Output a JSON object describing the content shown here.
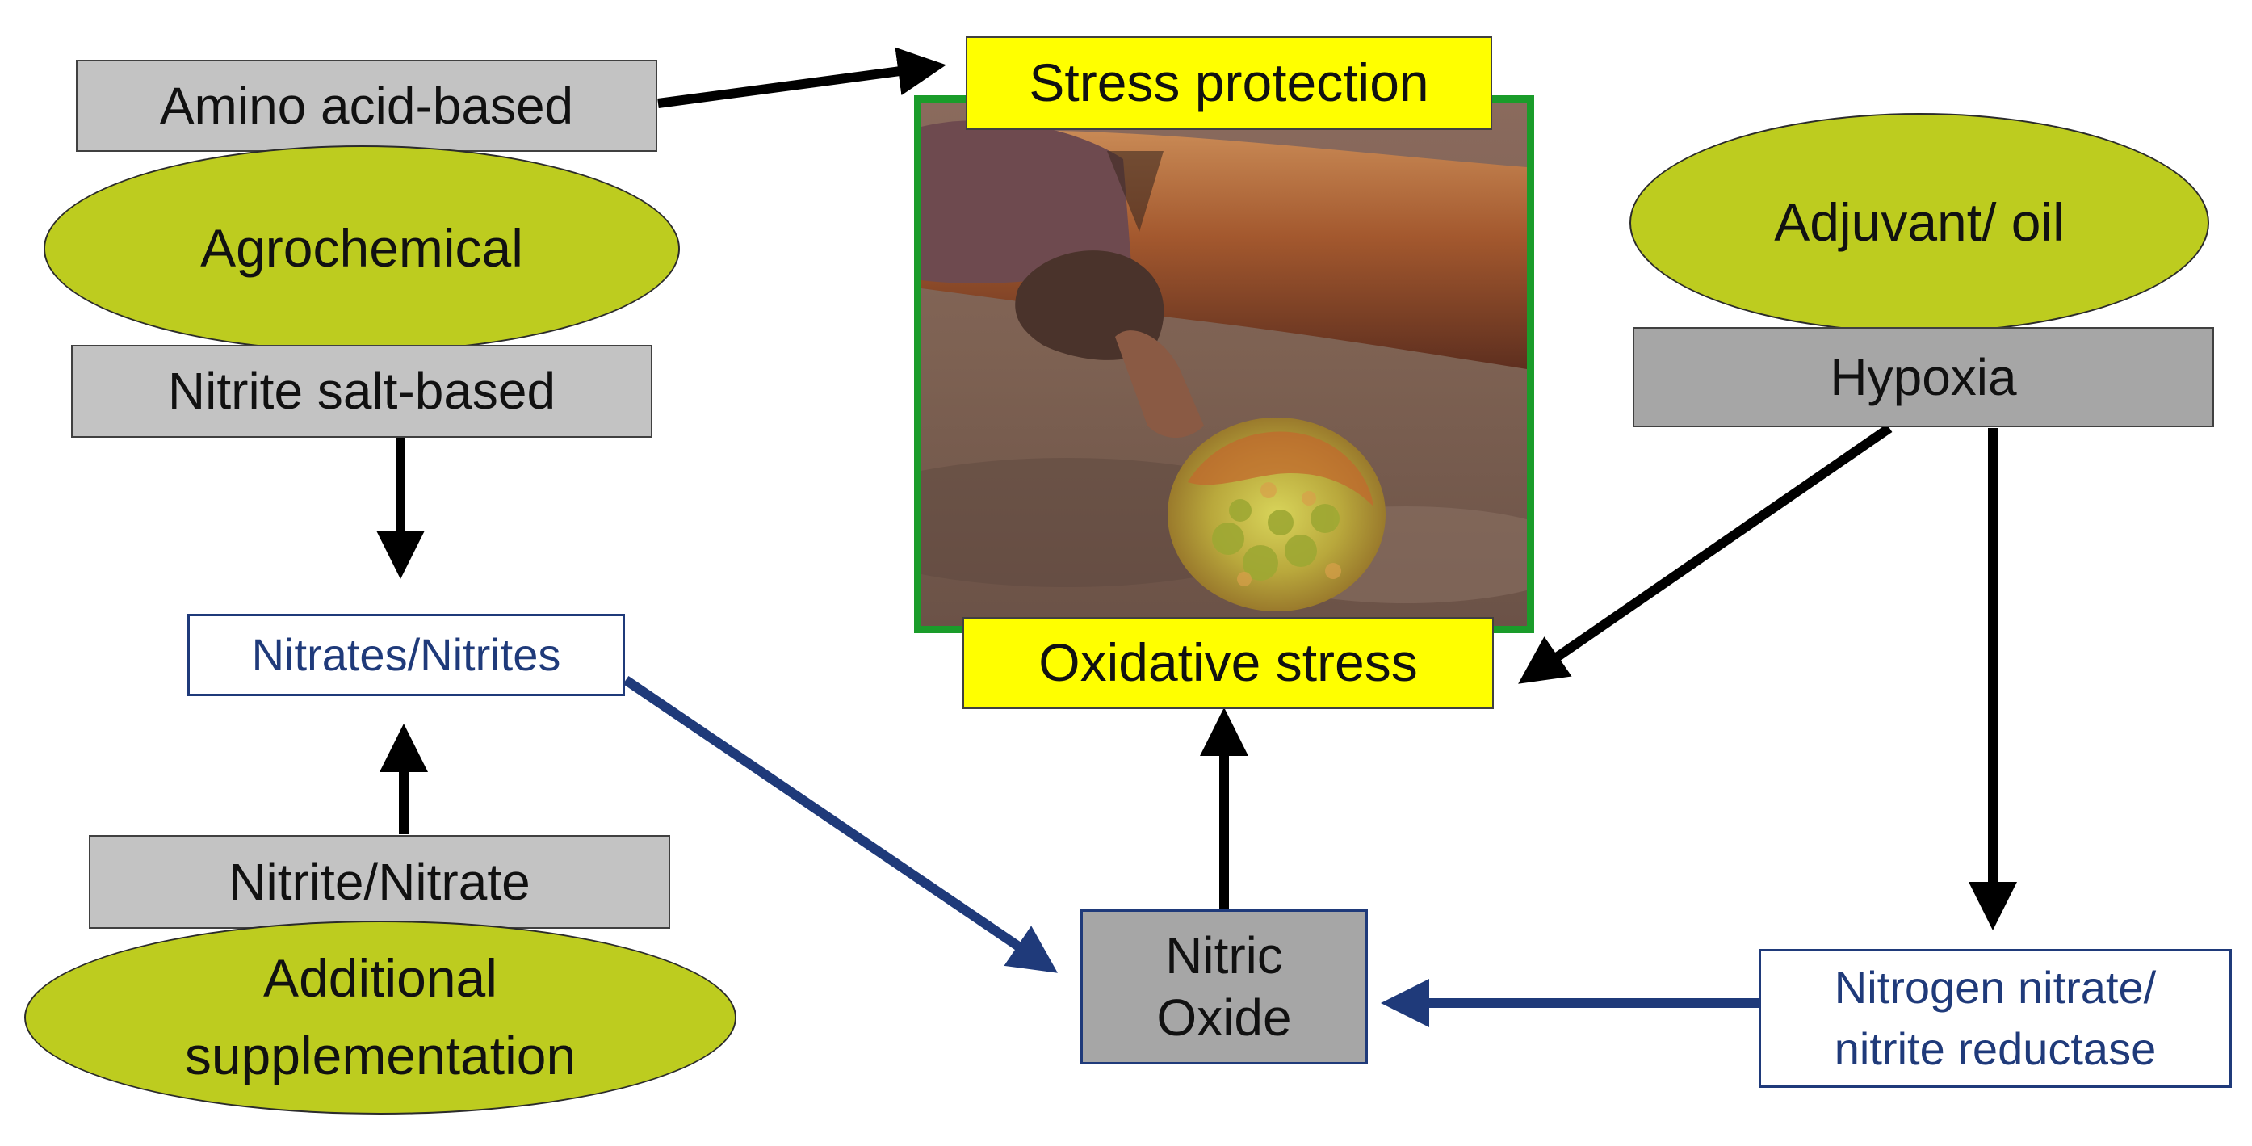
{
  "colors": {
    "gray_box": "#c3c3c3",
    "dark_gray_box": "#a6a6a6",
    "yellow_box": "#ffff00",
    "ellipse_fill": "#bdcc1f",
    "navy": "#1f3a7a",
    "photo_border": "#1a9c2a",
    "arrow_black": "#000000"
  },
  "nodes": {
    "amino_acid": "Amino acid-based",
    "agrochemical": "Agrochemical",
    "nitrite_salt": "Nitrite salt-based",
    "nitrates_nitrites": "Nitrates/Nitrites",
    "nitrite_nitrate": "Nitrite/Nitrate",
    "additional_supplementation_line1": "Additional",
    "additional_supplementation_line2": "supplementation",
    "stress_protection": "Stress protection",
    "oxidative_stress": "Oxidative stress",
    "nitric_oxide_line1": "Nitric",
    "nitric_oxide_line2": "Oxide",
    "adjuvant_oil": "Adjuvant/ oil",
    "hypoxia": "Hypoxia",
    "reductase_line1": "Nitrogen nitrate/",
    "reductase_line2": "nitrite reductase"
  },
  "photo": {
    "subject": "grapevine-bud-break-photo"
  },
  "edges": [
    {
      "from": "Amino acid-based",
      "to": "Stress protection",
      "color": "black"
    },
    {
      "from": "Nitrite salt-based",
      "to": "Nitrates/Nitrites",
      "color": "black"
    },
    {
      "from": "Nitrite/Nitrate",
      "to": "Nitrates/Nitrites",
      "color": "black"
    },
    {
      "from": "Nitrates/Nitrites",
      "to": "Nitric Oxide",
      "color": "navy"
    },
    {
      "from": "Nitric Oxide",
      "to": "Oxidative stress",
      "color": "black"
    },
    {
      "from": "Hypoxia",
      "to": "Oxidative stress",
      "color": "black"
    },
    {
      "from": "Hypoxia",
      "to": "Nitrogen nitrate/ nitrite reductase",
      "color": "black"
    },
    {
      "from": "Nitrogen nitrate/ nitrite reductase",
      "to": "Nitric Oxide",
      "color": "navy"
    }
  ]
}
